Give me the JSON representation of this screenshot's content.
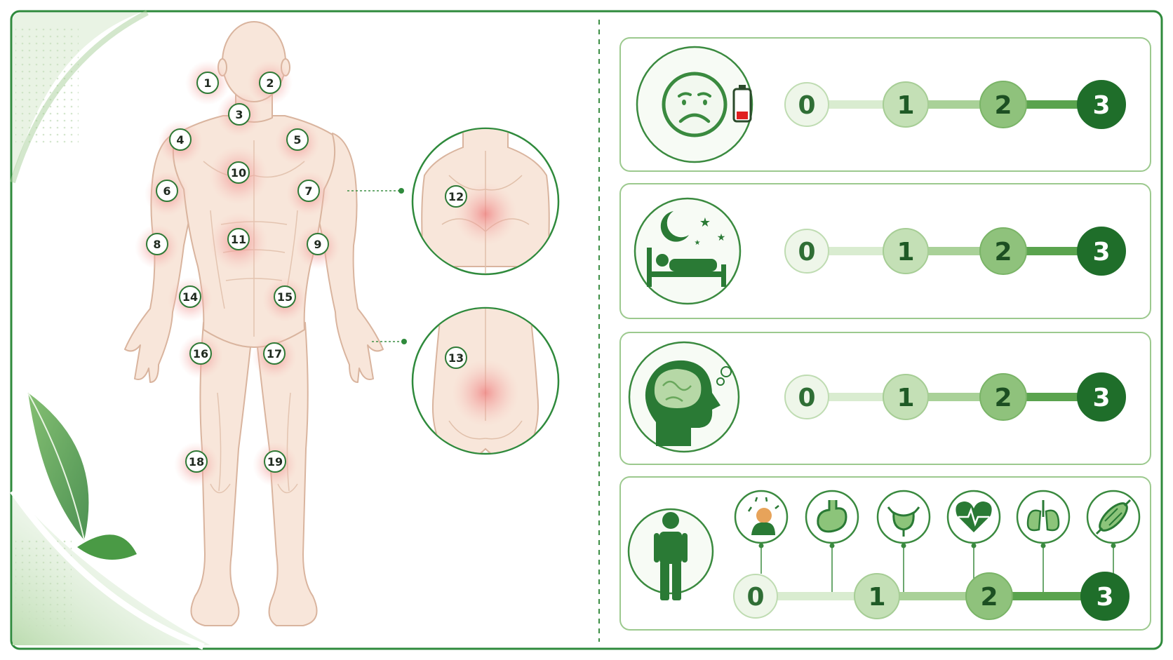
{
  "colors": {
    "frame": "#2f8a3c",
    "accent_dark": "#1b6d2b",
    "accent_mid": "#6aa85d",
    "accent_light": "#cfe6c4",
    "skin": "#f8e6da",
    "skin_outline": "#d9b49e",
    "pain": "#ef8a8a",
    "battery_low": "#e02020"
  },
  "body_map": {
    "points": [
      {
        "label": "1"
      },
      {
        "label": "2"
      },
      {
        "label": "3"
      },
      {
        "label": "4"
      },
      {
        "label": "5"
      },
      {
        "label": "6"
      },
      {
        "label": "7"
      },
      {
        "label": "8"
      },
      {
        "label": "9"
      },
      {
        "label": "10"
      },
      {
        "label": "11"
      },
      {
        "label": "14"
      },
      {
        "label": "15"
      },
      {
        "label": "16"
      },
      {
        "label": "17"
      },
      {
        "label": "18"
      },
      {
        "label": "19"
      }
    ],
    "insets": [
      {
        "label": "12",
        "view": "upper-back"
      },
      {
        "label": "13",
        "view": "lower-back"
      }
    ]
  },
  "scales": [
    {
      "icon": "sad-face-low-battery-icon",
      "levels": [
        "0",
        "1",
        "2",
        "3"
      ]
    },
    {
      "icon": "sleep-bed-moon-icon",
      "levels": [
        "0",
        "1",
        "2",
        "3"
      ]
    },
    {
      "icon": "head-brain-icon",
      "levels": [
        "0",
        "1",
        "2",
        "3"
      ]
    }
  ],
  "somatic_scale": {
    "icon": "person-standing-icon",
    "symptom_icons": [
      "headache-icon",
      "stomach-icon",
      "bladder-icon",
      "heart-pulse-icon",
      "lungs-icon",
      "muscle-icon"
    ],
    "levels": [
      "0",
      "1",
      "2",
      "3"
    ]
  }
}
